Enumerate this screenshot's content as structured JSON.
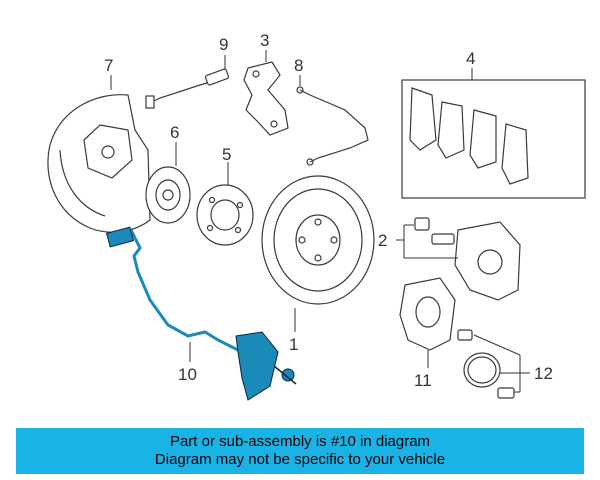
{
  "callouts": {
    "c1": "1",
    "c2": "2",
    "c3": "3",
    "c4": "4",
    "c5": "5",
    "c6": "6",
    "c7": "7",
    "c8": "8",
    "c9": "9",
    "c10": "10",
    "c11": "11",
    "c12": "12"
  },
  "banner": {
    "line1": "Part or sub-assembly is #10 in diagram",
    "line2": "Diagram may not be specific to your vehicle"
  },
  "colors": {
    "highlight": "#1a8ab8",
    "banner_bg": "#1ab3e6"
  }
}
